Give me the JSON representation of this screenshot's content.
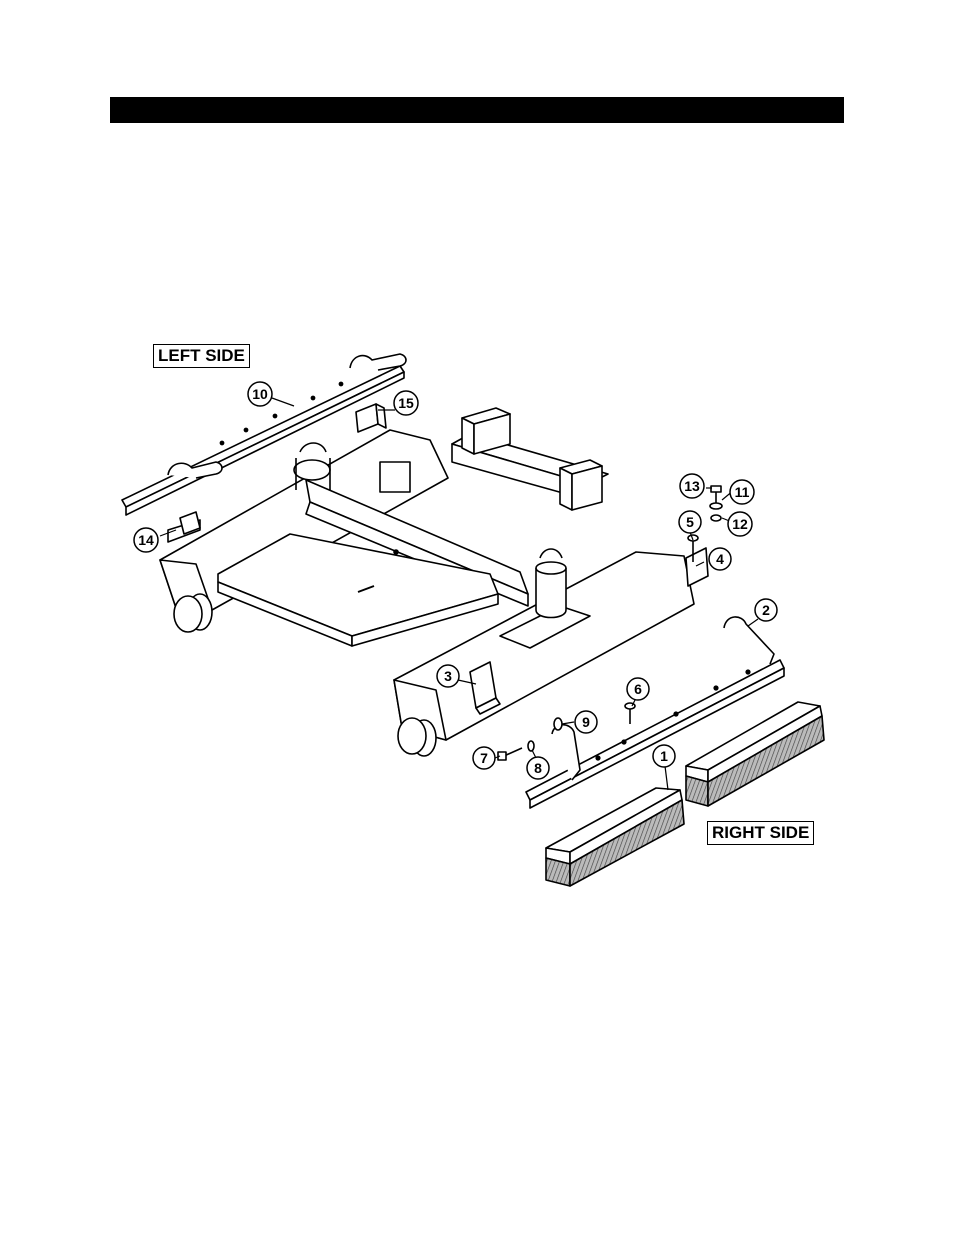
{
  "labels": {
    "left_side": "LEFT SIDE",
    "right_side": "RIGHT SIDE"
  },
  "callouts": [
    "1",
    "2",
    "3",
    "4",
    "5",
    "6",
    "7",
    "8",
    "9",
    "10",
    "11",
    "12",
    "13",
    "14",
    "15"
  ],
  "colors": {
    "line": "#000000",
    "background": "#ffffff",
    "bar": "#000000"
  }
}
